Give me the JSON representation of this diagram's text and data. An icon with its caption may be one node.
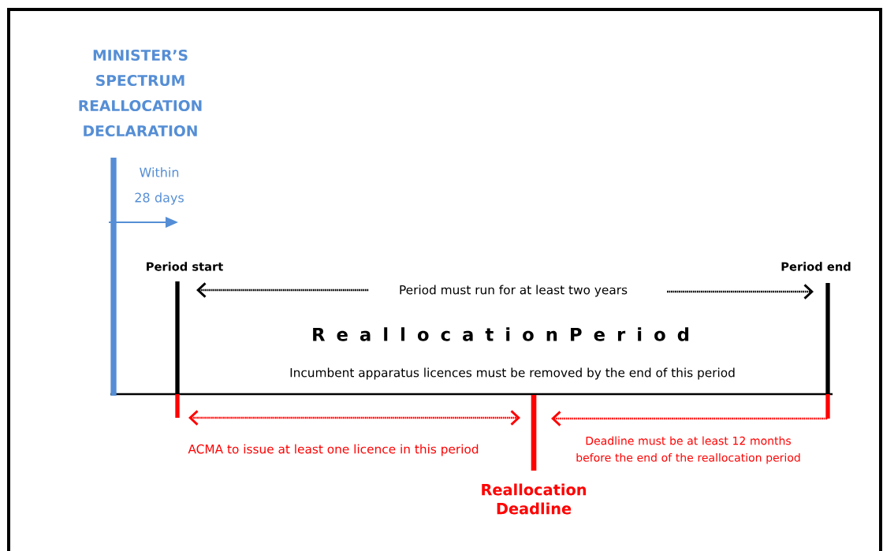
{
  "diagram": {
    "labels": [
      "MINISTER’S SPECTRUM REALLOCATION DECLARATION",
      "Within 28 days",
      "Period start",
      "Period end",
      "Period must run for at least two years",
      "R e a l l o c a t i o n   P e r i o d",
      "Incumbent apparatus licences must be removed by the end of this period",
      "ACMA to issue at least one licence in this period",
      "Deadline must be at least 12 months before the end of the reallocation period",
      "Reallocation Deadline"
    ]
  }
}
